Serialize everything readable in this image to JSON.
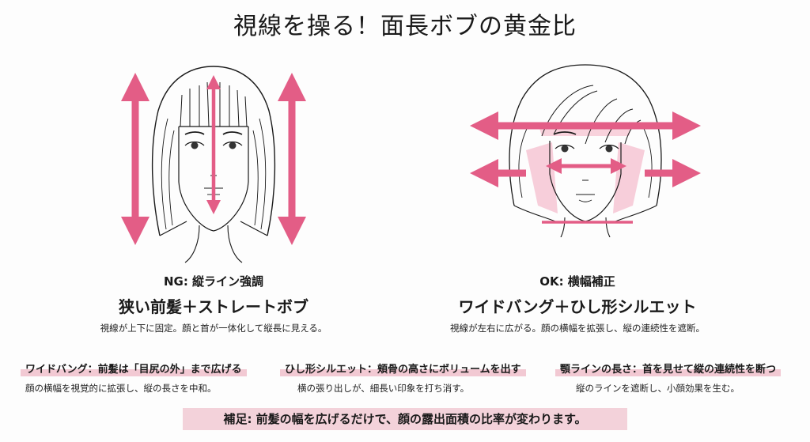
{
  "title": "視線を操る！面長ボブの黄金比",
  "colors": {
    "arrow": "#e35d86",
    "highlight": "#f3d2da",
    "overlay": "#f5b6c7",
    "line": "#1a1a1a"
  },
  "left_panel": {
    "label": "NG: 縦ライン強調",
    "title": "狭い前髪＋ストレートボブ",
    "description": "視線が上下に固定。顔と首が一体化して縦長に見える。",
    "illustration": "straight-bob-face-with-vertical-arrows"
  },
  "right_panel": {
    "label": "OK: 横幅補正",
    "title": "ワイドバング＋ひし形シルエット",
    "description": "視線が左右に広がる。顔の横幅を拡張し、縦の連続性を遮断。",
    "illustration": "wide-bang-diamond-bob-face-with-horizontal-arrows"
  },
  "tips": [
    {
      "heading": "ワイドバング：前髪は「目尻の外」まで広げる",
      "body": "顔の横幅を視覚的に拡張し、縦の長さを中和。"
    },
    {
      "heading": "ひし形シルエット：頬骨の高さにボリュームを出す",
      "body": "横の張り出しが、細長い印象を打ち消す。"
    },
    {
      "heading": "顎ラインの長さ：首を見せて縦の連続性を断つ",
      "body": "縦のラインを遮断し、小顔効果を生む。"
    }
  ],
  "note": "補足: 前髪の幅を広げるだけで、顔の露出面積の比率が変わります。"
}
